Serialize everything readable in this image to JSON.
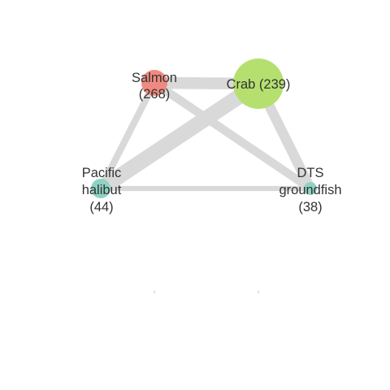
{
  "nodes": [
    {
      "id": "salmon",
      "label_lines": [
        "Salmon",
        "(268)"
      ],
      "color": "#f08a80",
      "size": 268
    },
    {
      "id": "crab",
      "label_lines": [
        "Crab (239)"
      ],
      "color": "#b5e06f",
      "size": 239
    },
    {
      "id": "pacific-halibut",
      "label_lines": [
        "Pacific",
        "halibut",
        "(44)"
      ],
      "color": "#8ed3c4",
      "size": 44
    },
    {
      "id": "dts-groundfish",
      "label_lines": [
        "DTS",
        "groundfish",
        "(38)"
      ],
      "color": "#8ed3c4",
      "size": 38
    }
  ],
  "edges": [
    {
      "from": "salmon",
      "to": "crab",
      "weight": 6
    },
    {
      "from": "pacific-halibut",
      "to": "crab",
      "weight": 8
    },
    {
      "from": "crab",
      "to": "dts-groundfish",
      "weight": 5
    },
    {
      "from": "salmon",
      "to": "dts-groundfish",
      "weight": 4
    },
    {
      "from": "salmon",
      "to": "pacific-halibut",
      "weight": 3
    },
    {
      "from": "pacific-halibut",
      "to": "dts-groundfish",
      "weight": 2
    }
  ],
  "colors": {
    "edge": "#d9d9d9",
    "label": "#333333",
    "background": "#ffffff"
  }
}
